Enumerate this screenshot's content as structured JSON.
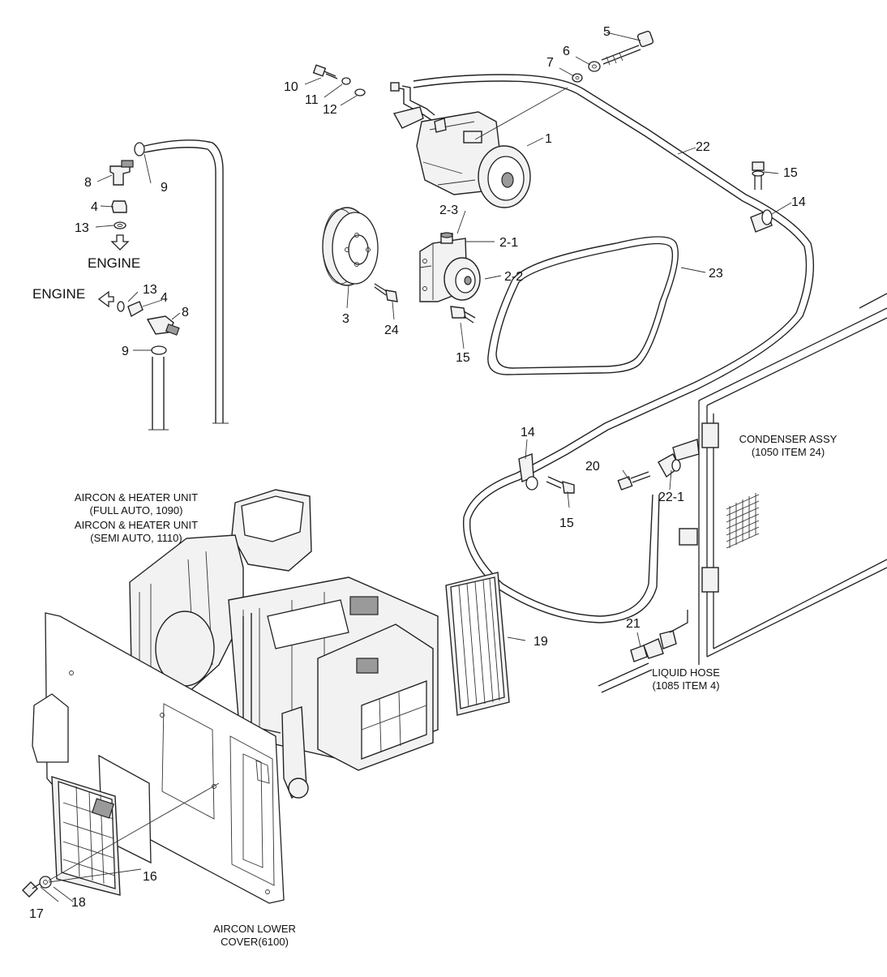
{
  "callouts": {
    "c1": "1",
    "c2_1": "2-1",
    "c2_2": "2-2",
    "c2_3": "2-3",
    "c3": "3",
    "c4a": "4",
    "c4b": "4",
    "c5": "5",
    "c6": "6",
    "c7": "7",
    "c8a": "8",
    "c8b": "8",
    "c9a": "9",
    "c9b": "9",
    "c10": "10",
    "c11": "11",
    "c12": "12",
    "c13a": "13",
    "c13b": "13",
    "c14a": "14",
    "c14b": "14",
    "c15a": "15",
    "c15b": "15",
    "c15c": "15",
    "c16": "16",
    "c17": "17",
    "c18": "18",
    "c19": "19",
    "c20": "20",
    "c21": "21",
    "c22": "22",
    "c22_1": "22-1",
    "c23": "23",
    "c24": "24"
  },
  "labels": {
    "engine_top": "ENGINE",
    "engine_left": "ENGINE",
    "condenser_line1": "CONDENSER ASSY",
    "condenser_line2": "(1050 ITEM 24)",
    "aircon_full_line1": "AIRCON & HEATER UNIT",
    "aircon_full_line2": "(FULL AUTO, 1090)",
    "aircon_semi_line1": "AIRCON & HEATER UNIT",
    "aircon_semi_line2": "(SEMI AUTO, 1110)",
    "liquid_hose_line1": "LIQUID HOSE",
    "liquid_hose_line2": "(1085 ITEM 4)",
    "lower_cover_line1": "AIRCON LOWER",
    "lower_cover_line2": "COVER(6100)"
  }
}
